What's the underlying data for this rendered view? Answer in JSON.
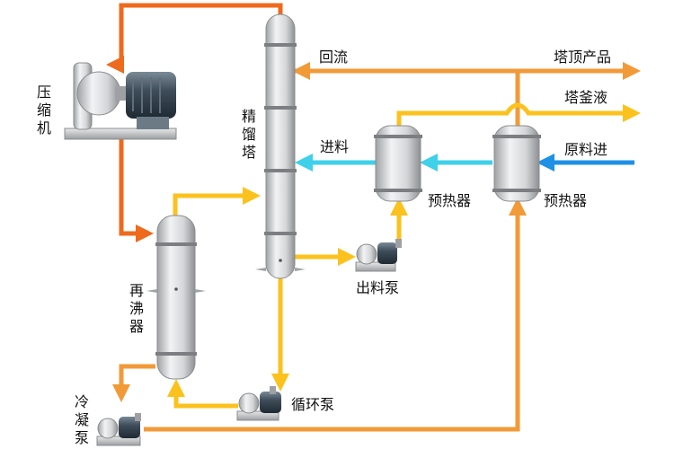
{
  "labels": {
    "compressor": "压缩机",
    "column": "精馏塔",
    "reboiler": "再沸器",
    "condensate_pump": "冷凝泵",
    "reflux": "回流",
    "top_product": "塔顶产品",
    "bottom_liquid": "塔釜液",
    "feed_in": "进料",
    "raw_feed": "原料进",
    "preheater_left": "预热器",
    "preheater_right": "预热器",
    "discharge_pump": "出料泵",
    "circulation_pump": "循环泵"
  },
  "colors": {
    "vapor_line": "#ee6a1c",
    "condensate_line": "#f29a38",
    "liquid_line": "#fbc21e",
    "feed_line": "#3fd0ea",
    "raw_feed_line": "#1e90e6",
    "vessel_body": "#d9dadb"
  }
}
